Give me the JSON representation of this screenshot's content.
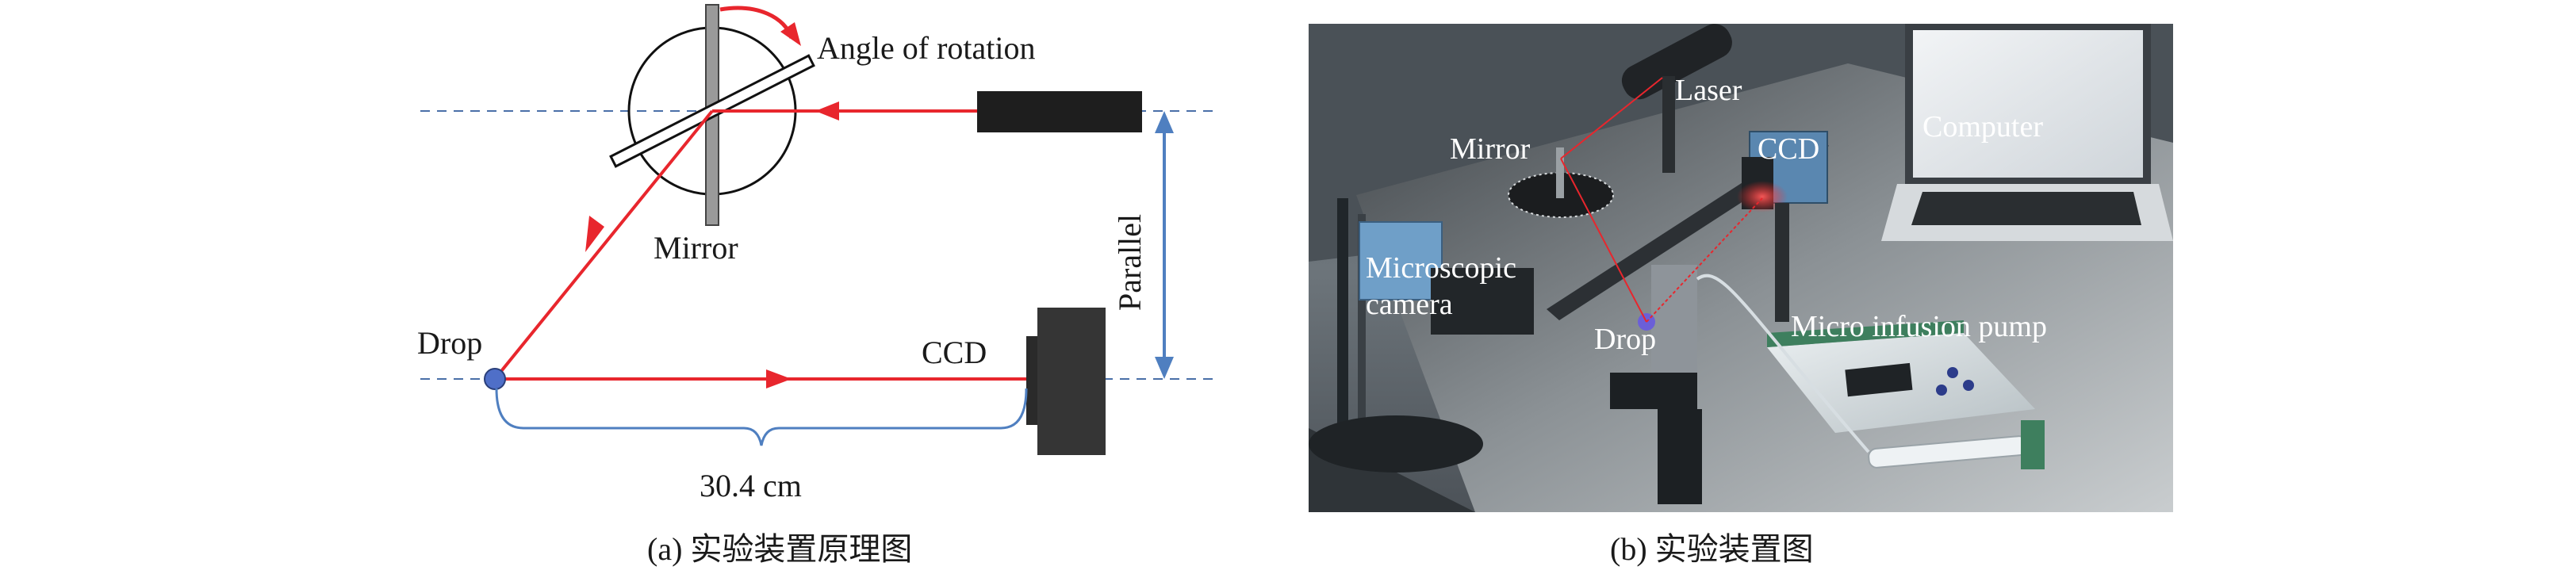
{
  "panel_a": {
    "caption": "(a) 实验装置原理图",
    "labels": {
      "angle_of_rotation": "Angle of rotation",
      "mirror": "Mirror",
      "parallel": "Parallel",
      "drop": "Drop",
      "ccd": "CCD",
      "distance": "30.4 cm"
    }
  },
  "panel_b": {
    "caption": "(b) 实验装置图",
    "labels": {
      "laser": "Laser",
      "computer": "Computer",
      "mirror": "Mirror",
      "ccd": "CCD",
      "microscopic_camera_line1": "Microscopic",
      "microscopic_camera_line2": "camera",
      "drop": "Drop",
      "micro_infusion_pump": "Micro infusion pump"
    }
  },
  "colors": {
    "beam": "#e8262d",
    "dashed_axis": "#4a6fa8",
    "parallel_arrow": "#4f7fc0",
    "brace": "#4f7fc0",
    "drop": "#4f6fc8",
    "dark_block": "#2a2a2a"
  }
}
